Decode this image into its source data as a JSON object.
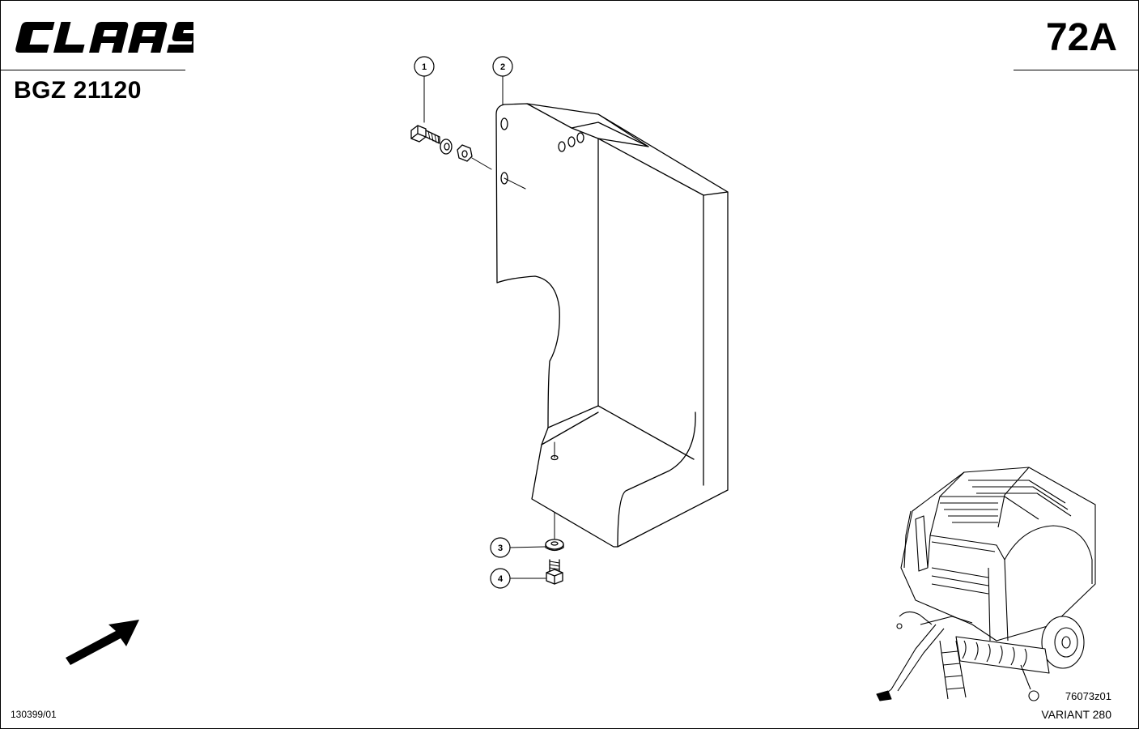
{
  "header": {
    "brand": "CLAAS",
    "model_code": "BGZ 21120",
    "page_number": "72A"
  },
  "footer": {
    "doc_date": "130399/01",
    "drawing_ref": "76073z01",
    "variant": "VARIANT 280"
  },
  "callouts": [
    {
      "number": "1"
    },
    {
      "number": "2"
    },
    {
      "number": "3"
    },
    {
      "number": "4"
    }
  ],
  "icons": {
    "direction": "arrow-up-right-icon",
    "machine": "round-baler-icon"
  }
}
